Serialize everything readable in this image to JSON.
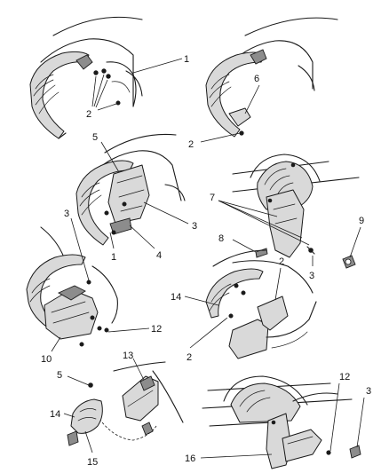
{
  "callouts": {
    "c1a": "1",
    "c2a": "2",
    "c6": "6",
    "c2b": "2",
    "c5a": "5",
    "c3a": "3",
    "c4": "4",
    "c1b": "1",
    "c7": "7",
    "c8": "8",
    "c9": "9",
    "c3b": "3",
    "c3c": "3",
    "c12a": "12",
    "c10": "10",
    "c14a": "14",
    "c2c": "2",
    "c2d": "2",
    "c13": "13",
    "c5b": "5",
    "c14b": "14",
    "c15": "15",
    "c12b": "12",
    "c3d": "3",
    "c16": "16"
  }
}
